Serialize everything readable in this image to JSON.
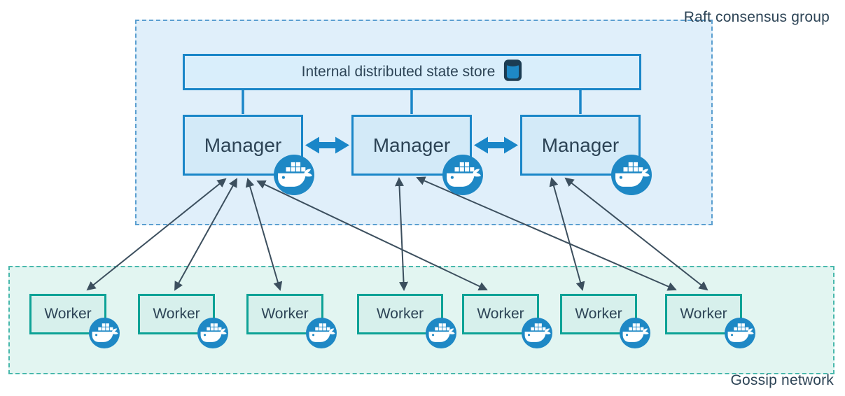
{
  "raft_group": {
    "label": "Raft consensus group"
  },
  "gossip_network": {
    "label": "Gossip network"
  },
  "state_store": {
    "label": "Internal distributed state store",
    "icon": "database-cylinder-icon"
  },
  "managers": [
    {
      "label": "Manager",
      "icon": "docker-whale-icon"
    },
    {
      "label": "Manager",
      "icon": "docker-whale-icon"
    },
    {
      "label": "Manager",
      "icon": "docker-whale-icon"
    }
  ],
  "workers": [
    {
      "label": "Worker",
      "icon": "docker-whale-icon"
    },
    {
      "label": "Worker",
      "icon": "docker-whale-icon"
    },
    {
      "label": "Worker",
      "icon": "docker-whale-icon"
    },
    {
      "label": "Worker",
      "icon": "docker-whale-icon"
    },
    {
      "label": "Worker",
      "icon": "docker-whale-icon"
    },
    {
      "label": "Worker",
      "icon": "docker-whale-icon"
    },
    {
      "label": "Worker",
      "icon": "docker-whale-icon"
    }
  ],
  "connections": {
    "store_to_managers": [
      0,
      1,
      2
    ],
    "manager_peer_links": [
      [
        0,
        1
      ],
      [
        1,
        2
      ]
    ],
    "manager_worker_links": [
      {
        "manager": 0,
        "worker": 0
      },
      {
        "manager": 0,
        "worker": 1
      },
      {
        "manager": 0,
        "worker": 2
      },
      {
        "manager": 0,
        "worker": 4
      },
      {
        "manager": 1,
        "worker": 3
      },
      {
        "manager": 1,
        "worker": 6
      },
      {
        "manager": 2,
        "worker": 5
      },
      {
        "manager": 2,
        "worker": 6
      }
    ]
  },
  "colors": {
    "docker_blue": "#1e88c5",
    "blue_border": "#1a86c8",
    "manager_fill": "#d3eaf8",
    "raft_fill": "#e0effa",
    "raft_border": "#5b9fd0",
    "worker_border": "#0da296",
    "worker_fill": "#d7f0ec",
    "gossip_fill": "#e2f5f1",
    "gossip_border": "#49b8ac",
    "thin_arrow": "#3c4f5e",
    "text": "#2d4456"
  }
}
